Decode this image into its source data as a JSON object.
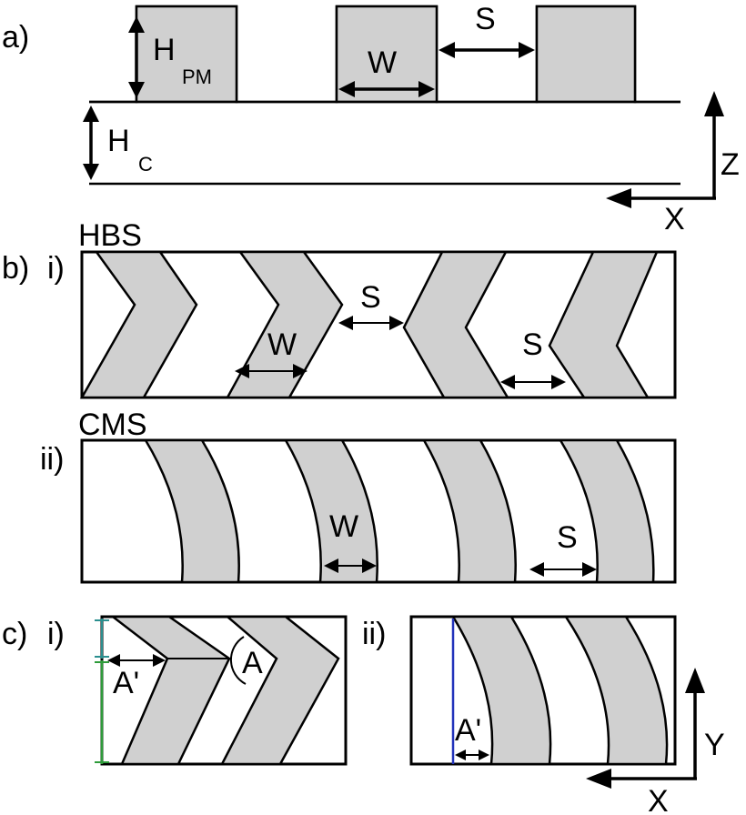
{
  "panel_a": {
    "label": "a)",
    "h_pm": "H",
    "h_pm_sub": "PM",
    "h_c": "H",
    "h_c_sub": "C",
    "width": "W",
    "spacing": "S",
    "axis_z": "Z",
    "axis_x": "X"
  },
  "panel_b": {
    "label": "b)",
    "sub_i": "i)",
    "title_i": "HBS",
    "width_i": "W",
    "spacing_i_1": "S",
    "spacing_i_2": "S",
    "sub_ii": "ii)",
    "title_ii": "CMS",
    "width_ii": "W",
    "spacing_ii": "S"
  },
  "panel_c": {
    "label": "c)",
    "sub_i": "i)",
    "angle": "A",
    "offset_i": "A'",
    "sub_ii": "ii)",
    "offset_ii": "A'",
    "axis_y": "Y",
    "axis_x": "X"
  },
  "colors": {
    "magnet_fill": "#d0d0d0",
    "guide_teal": "#2b8f8f",
    "guide_green": "#2e9b3a",
    "guide_blue": "#2233bb"
  }
}
